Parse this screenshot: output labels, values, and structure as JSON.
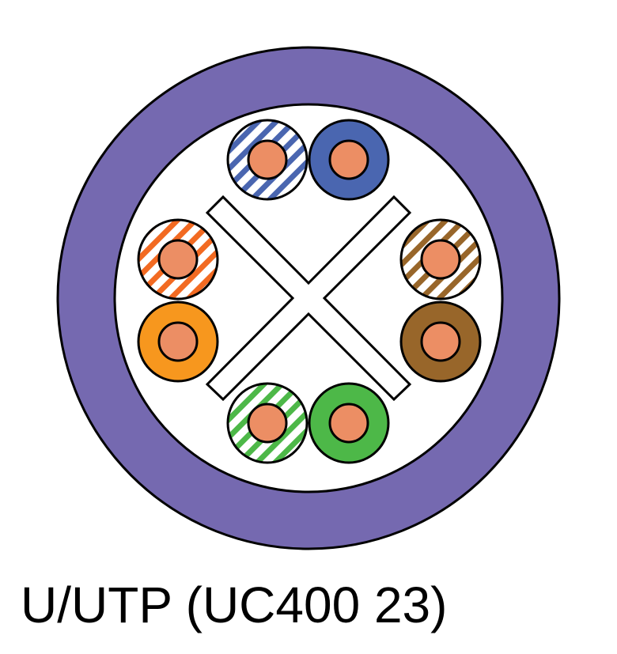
{
  "caption": "U/UTP (UC400 23)",
  "colors": {
    "jacket": "#7569b0",
    "core": "#ec8e64",
    "blue": "#4a66b0",
    "orange": "#f7971e",
    "orange_stripe": "#f26a22",
    "brown": "#98662a",
    "green": "#4db848"
  },
  "pairs": [
    {
      "name": "blue",
      "striped": "blue",
      "solid": "blue"
    },
    {
      "name": "orange",
      "striped": "orange_stripe",
      "solid": "orange"
    },
    {
      "name": "brown",
      "striped": "brown",
      "solid": "brown"
    },
    {
      "name": "green",
      "striped": "green",
      "solid": "green"
    }
  ]
}
